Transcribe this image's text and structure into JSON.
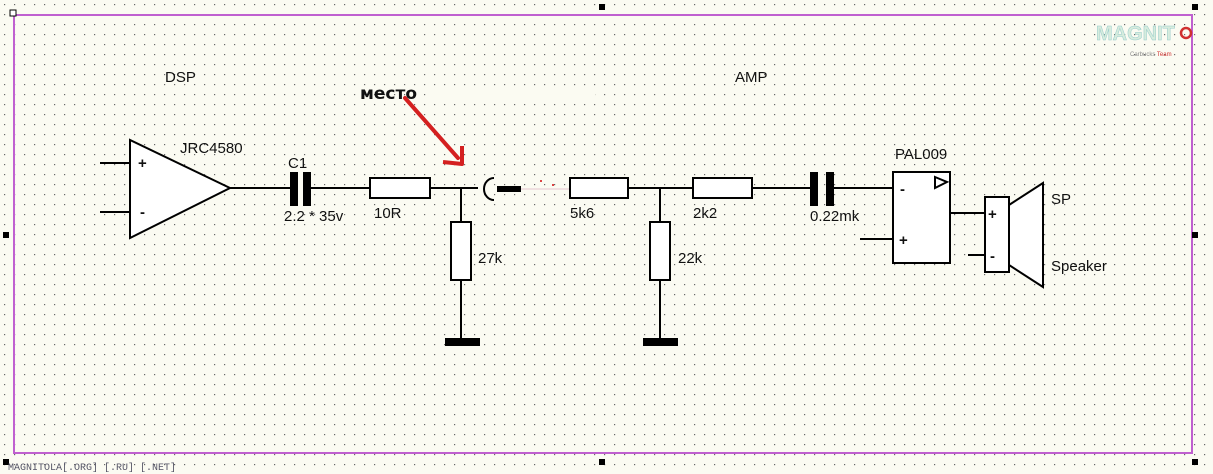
{
  "colors": {
    "background": "#fbfbf2",
    "frame": "#c060d0",
    "wire": "#000000",
    "annotation_arrow": "#d42020",
    "grid_dot": "#555555"
  },
  "watermark": {
    "logo_text": "MAGNITOLA",
    "logo_sub": "Carbucks Team"
  },
  "footer": {
    "text": "MAGNITOLA[.ORG] [.RU] [.NET]"
  },
  "sections": {
    "left": "DSP",
    "right": "AMP"
  },
  "annotation": {
    "text": "место"
  },
  "components": {
    "opamp": {
      "name": "JRC4580",
      "plus": "+",
      "minus": "-"
    },
    "c1": {
      "name": "C1",
      "value": "2.2 * 35v"
    },
    "r1": {
      "value": "10R"
    },
    "r2": {
      "value": "27k"
    },
    "r3": {
      "value": "5k6"
    },
    "r4": {
      "value": "22k"
    },
    "r5": {
      "value": "2k2"
    },
    "c2": {
      "value": "0.22mk"
    },
    "amp": {
      "name": "PAL009",
      "plus": "+",
      "minus": "-"
    },
    "speaker": {
      "name": "SP",
      "label": "Speaker",
      "plus": "+",
      "minus": "-"
    }
  }
}
